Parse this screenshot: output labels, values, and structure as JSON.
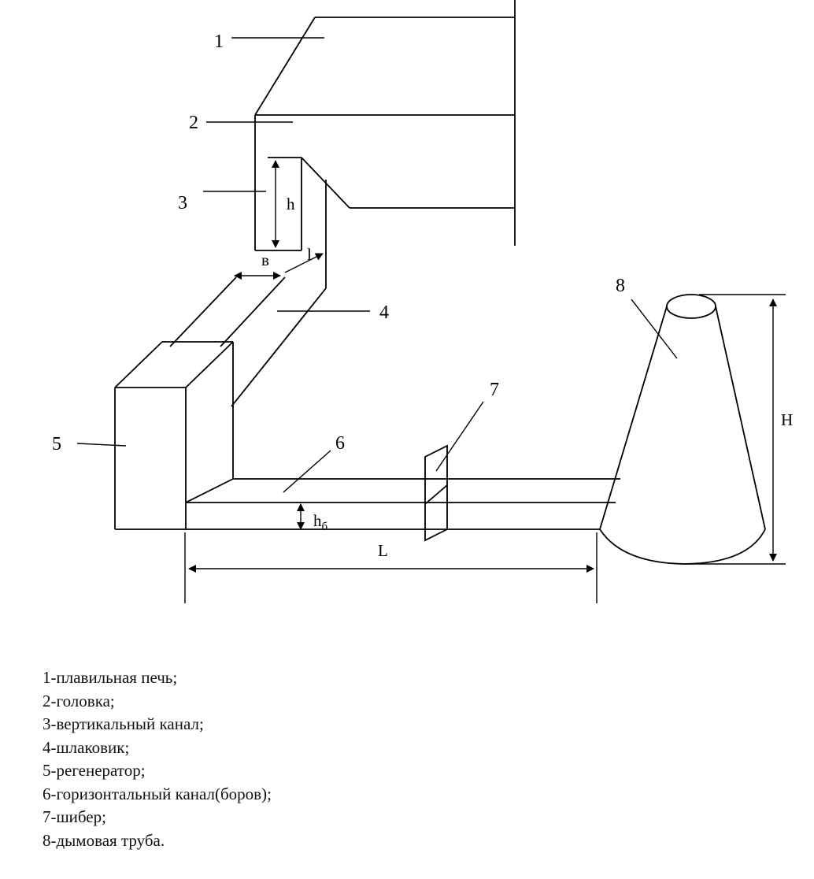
{
  "diagram": {
    "labels": {
      "n1": "1",
      "n2": "2",
      "n3": "3",
      "n4": "4",
      "n5": "5",
      "n6": "6",
      "n7": "7",
      "n8": "8"
    },
    "dimensions": {
      "h": "h",
      "b": "в",
      "l": "l",
      "hb_main": "h",
      "hb_sub": "б",
      "L": "L",
      "H": "H"
    }
  },
  "legend": [
    "1-плавильная печь;",
    "2-головка;",
    "3-вертикальный канал;",
    "4-шлаковик;",
    "5-регенератор;",
    "6-горизонтальный канал(боров);",
    "7-шибер;",
    "8-дымовая труба."
  ]
}
